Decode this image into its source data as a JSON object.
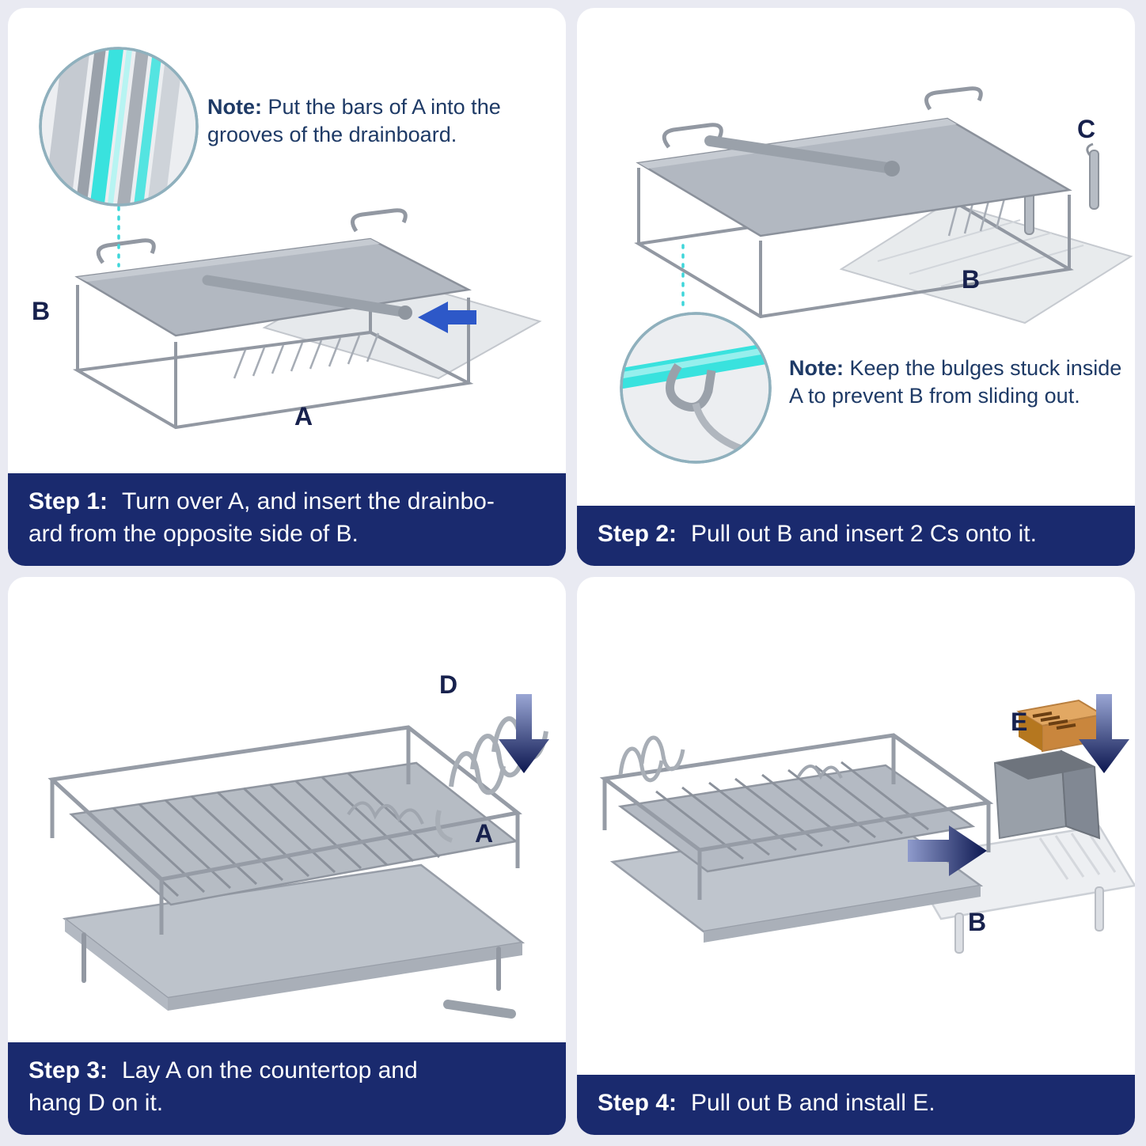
{
  "colors": {
    "page_background": "#e9eaf2",
    "panel_background": "#ffffff",
    "caption_background": "#1a2a6e",
    "caption_text": "#ffffff",
    "note_text": "#1e3a66",
    "part_label": "#17214d",
    "accent_cyan": "#39e2de",
    "insert_arrow_blue": "#2d58c8",
    "arrow_navy_dark": "#0c1750",
    "rack_gray": "#b2b8c1",
    "wire_gray": "#9298a2",
    "wood_tan": "#dda05b"
  },
  "panels": [
    {
      "name": "step-1",
      "note": {
        "label": "Note:",
        "text": "Put the bars of A into the grooves of the drainboard."
      },
      "part_labels": {
        "b": "B",
        "a": "A"
      },
      "caption": {
        "label": "Step 1:",
        "line1": "Turn over A, and insert the drainbo-",
        "line2": "ard from the opposite side of B."
      }
    },
    {
      "name": "step-2",
      "note": {
        "label": "Note:",
        "text": "Keep the bulges stuck inside A to prevent B from sliding out."
      },
      "part_labels": {
        "c": "C",
        "b": "B"
      },
      "caption": {
        "label": "Step 2:",
        "line1": "Pull out B and insert 2 Cs onto it.",
        "line2": ""
      }
    },
    {
      "name": "step-3",
      "part_labels": {
        "d": "D",
        "a": "A"
      },
      "caption": {
        "label": "Step 3:",
        "line1": "Lay A on the countertop and",
        "line2": "hang D on it."
      }
    },
    {
      "name": "step-4",
      "part_labels": {
        "e": "E",
        "b": "B"
      },
      "caption": {
        "label": "Step 4:",
        "line1": "Pull out B and install E.",
        "line2": ""
      }
    }
  ]
}
